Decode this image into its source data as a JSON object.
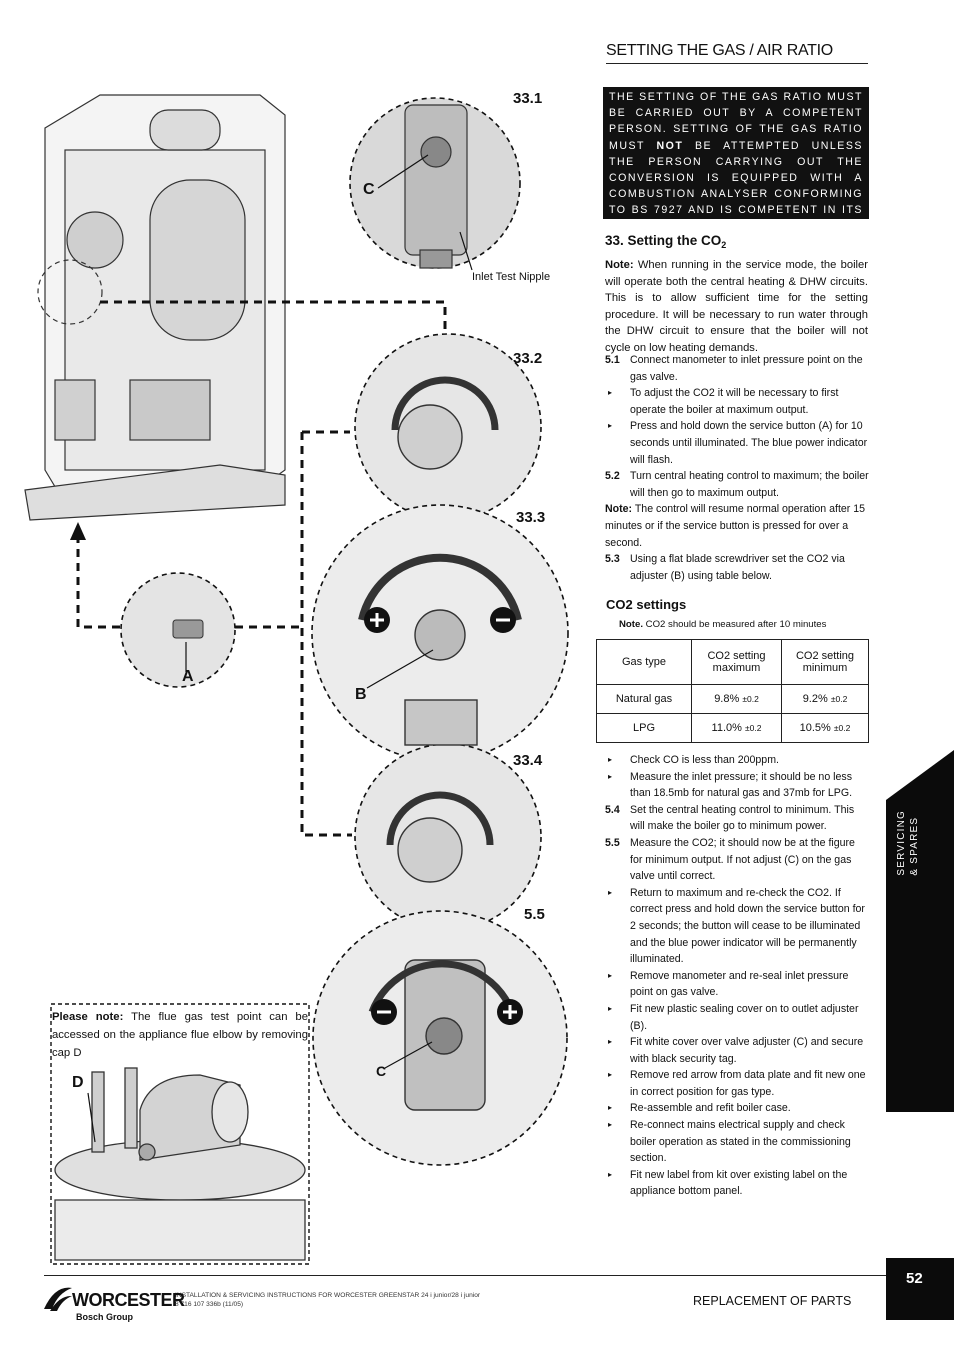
{
  "section_title": "SETTING THE GAS / AIR RATIO",
  "warning": {
    "part1": "THE SETTING OF THE GAS RATIO MUST BE CARRIED OUT BY A COMPETENT PERSON. SETTING OF THE GAS RATIO MUST ",
    "bold": "NOT",
    "part2": " BE ATTEMPTED UNLESS THE PERSON CARRYING OUT THE CONVERSION IS EQUIPPED WITH A COMBUSTION ANALYSER CONFORMING TO BS 7927 AND IS COMPETENT IN ITS USE."
  },
  "heading": {
    "text": "33. Setting the CO",
    "sub": "2"
  },
  "note": {
    "label": "Note:",
    "text": " When running in the service mode, the boiler will operate both the central heating & DHW circuits. This is to allow sufficient time for the setting procedure. It will be necessary to run water through the DHW circuit to ensure that the boiler will not cycle on low heating demands."
  },
  "steps": [
    {
      "key": "5.1",
      "text": "Connect manometer to inlet pressure point on the gas valve."
    },
    {
      "key": "▸",
      "text": "To adjust the CO2 it will be necessary to first operate the boiler at maximum output."
    },
    {
      "key": "▸",
      "text": "Press and hold down the service button (A) for 10 seconds until illuminated. The blue power indicator will flash."
    },
    {
      "key": "5.2",
      "text": "Turn central heating control to maximum; the boiler will then go to maximum output."
    }
  ],
  "note2": {
    "label": "Note:",
    "text": " The control will resume normal operation after 15 minutes or if the service button is pressed for over a second."
  },
  "step53": {
    "key": "5.3",
    "text": "Using a flat blade screwdriver set the CO2 via adjuster (B) using table below."
  },
  "co2_settings": {
    "heading": "CO2 settings",
    "note_label": "Note.",
    "note_text": " CO2 should be measured after 10 minutes",
    "columns": [
      "Gas type",
      "CO2 setting maximum",
      "CO2 setting minimum"
    ],
    "rows": [
      {
        "gas": "Natural gas",
        "max": "9.8%",
        "max_tol": "±0.2",
        "min": "9.2%",
        "min_tol": "±0.2"
      },
      {
        "gas": "LPG",
        "max": "11.0%",
        "max_tol": "±0.2",
        "min": "10.5%",
        "min_tol": "±0.2"
      }
    ]
  },
  "steps2": [
    {
      "key": "▸",
      "text": "Check CO is less than 200ppm."
    },
    {
      "key": "▸",
      "text": "Measure the inlet pressure; it should be no less than 18.5mb for natural gas and 37mb for LPG."
    },
    {
      "key": "5.4",
      "text": "Set the central heating control to minimum. This will make the boiler go to minimum power."
    },
    {
      "key": "5.5",
      "text": "Measure the CO2; it should now be at the figure for minimum output. If not adjust (C) on the gas valve until correct."
    },
    {
      "key": "▸",
      "text": "Return to maximum and re-check the CO2. If correct press and hold down the service button for 2 seconds; the button will cease to be illuminated and the blue power indicator will be permanently illuminated."
    },
    {
      "key": "▸",
      "text": "Remove manometer and re-seal inlet pressure point on gas valve."
    },
    {
      "key": "▸",
      "text": "Fit new plastic sealing cover on to outlet adjuster (B)."
    },
    {
      "key": "▸",
      "text": "Fit white cover over valve adjuster (C) and secure with black security tag."
    },
    {
      "key": "▸",
      "text": "Remove red arrow from data plate and fit new one in correct position for gas type."
    },
    {
      "key": "▸",
      "text": "Re-assemble and refit boiler case."
    },
    {
      "key": "▸",
      "text": "Re-connect mains electrical supply and check boiler operation as stated in the commissioning section."
    },
    {
      "key": "▸",
      "text": "Fit new label from kit over existing label on the appliance bottom panel."
    }
  ],
  "figure_labels": {
    "f331": "33.1",
    "f332": "33.2",
    "f333": "33.3",
    "f334": "33.4",
    "f55": "5.5",
    "c1": "C",
    "c2": "C",
    "a": "A",
    "b": "B",
    "d": "D",
    "inlet": "Inlet Test Nipple"
  },
  "flue_note": {
    "label": "Please note:",
    "text": " The flue gas test point can be accessed on the appliance flue elbow by removing cap D"
  },
  "side_tab": {
    "line1": "SERVICING",
    "line2": "& SPARES"
  },
  "footer": {
    "page_number": "52",
    "section": "REPLACEMENT OF PARTS",
    "doc_line1": "INSTALLATION & SERVICING INSTRUCTIONS FOR WORCESTER GREENSTAR 24 i junior/28 i junior",
    "doc_line2": "8 716 107 336b (11/05)",
    "brand": "WORCESTER",
    "group": "Bosch Group"
  }
}
